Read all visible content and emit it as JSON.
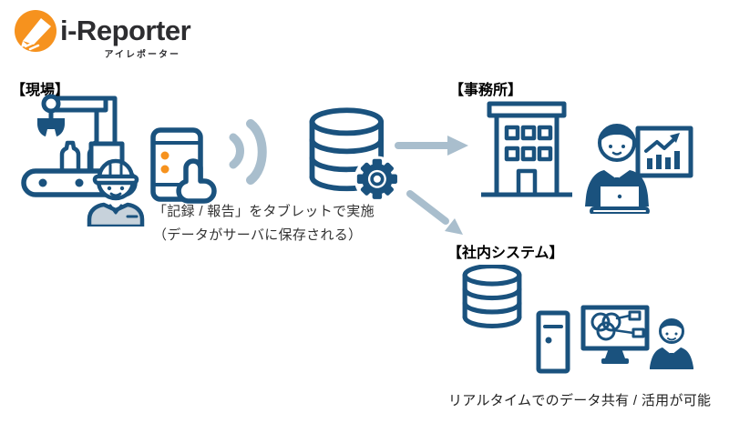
{
  "logo": {
    "title": "i-Reporter",
    "subtitle": "アイレポーター"
  },
  "sections": {
    "site": {
      "label": "【現場】"
    },
    "office": {
      "label": "【事務所】"
    },
    "internal": {
      "label": "【社内システム】"
    }
  },
  "captions": {
    "tablet_line1": "「記録 / 報告」をタブレットで実施",
    "tablet_line2": "（データがサーバに保存される）",
    "bottom": "リアルタイムでのデータ共有 / 活用が可能"
  },
  "icons": {
    "logo": "pen-circle-icon",
    "site": [
      "factory-machine-icon",
      "worker-icon",
      "hand-tablet-icon"
    ],
    "transfer": [
      "wireless-waves-icon",
      "database-gear-icon",
      "arrow-right-icon",
      "arrow-down-right-icon"
    ],
    "office": [
      "building-icon",
      "person-laptop-icon",
      "chart-icon"
    ],
    "internal": [
      "database-icon",
      "pc-tower-icon",
      "monitor-venn-icon",
      "person-icon"
    ]
  },
  "colors": {
    "primary_blue": "#1a527e",
    "arrow_gray_blue": "#a9becd",
    "accent_orange": "#f6921e",
    "worker_shirt": "#c7d2db",
    "logo_text": "#2d2d30",
    "caption_text": "#333333"
  }
}
